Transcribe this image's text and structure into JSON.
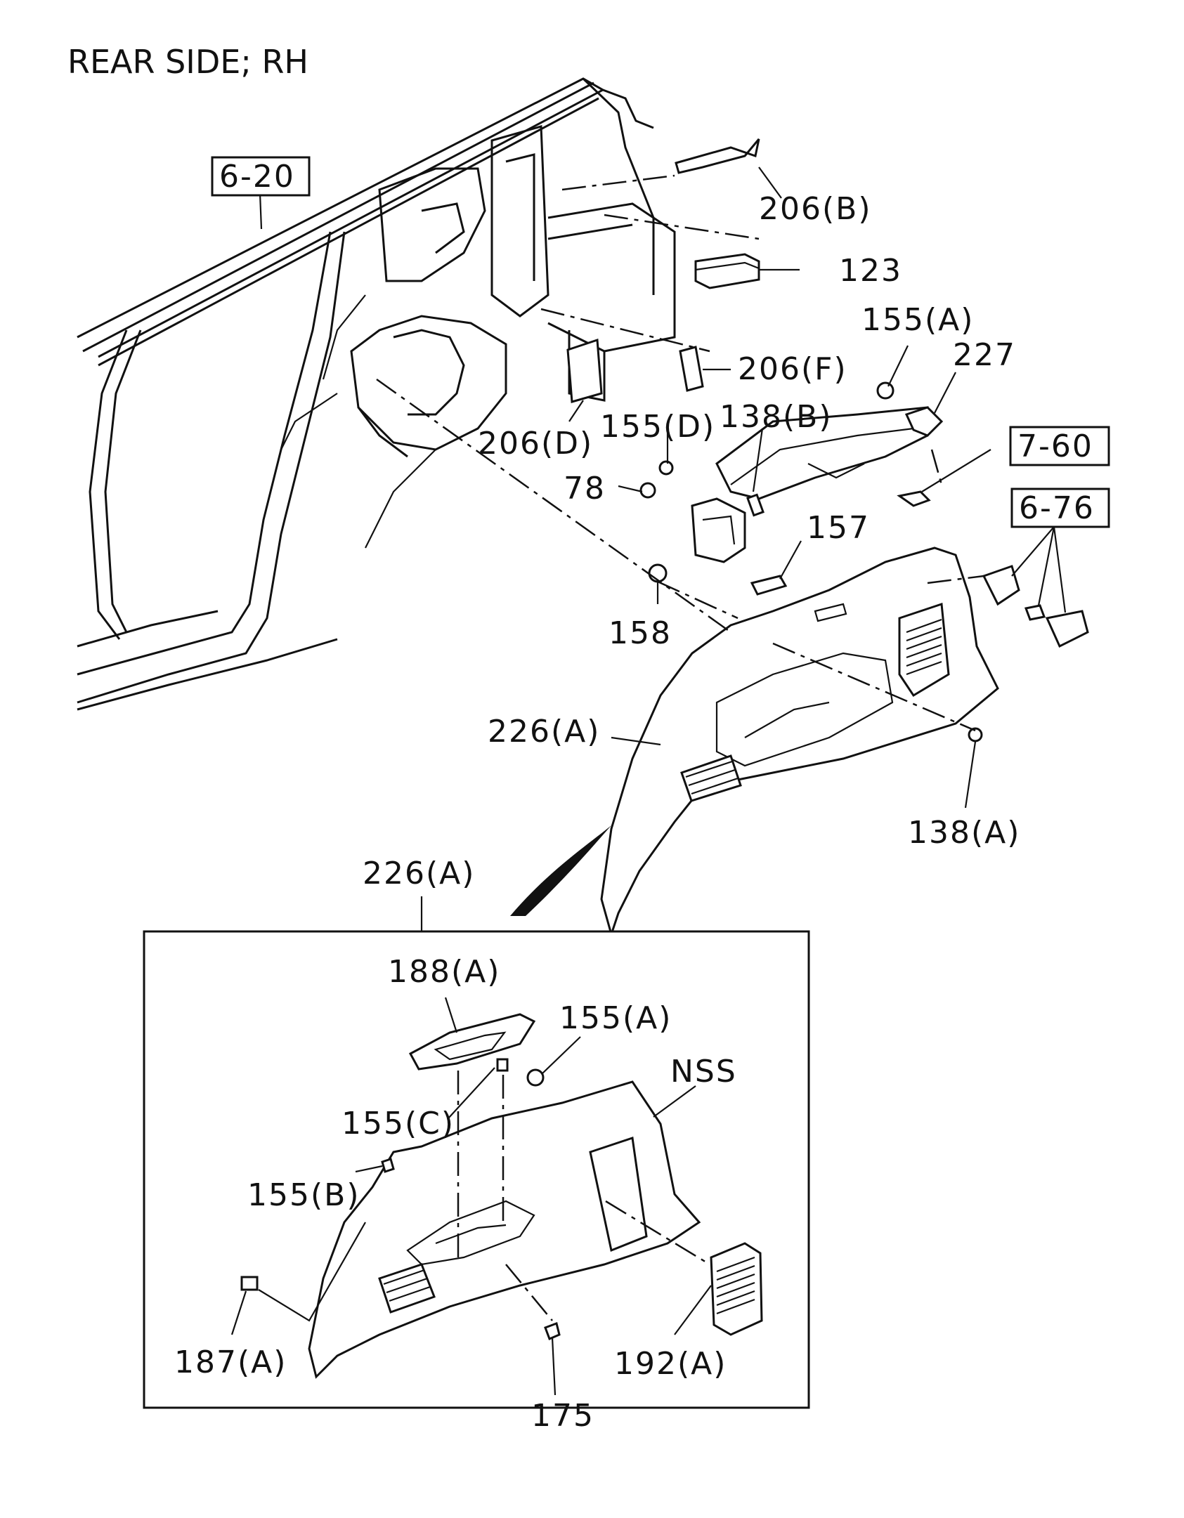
{
  "title": "REAR SIDE; RH",
  "references": [
    "6-20",
    "7-60",
    "6-76"
  ],
  "callouts": {
    "p206B": "206(B)",
    "p123": "123",
    "p155A_top": "155(A)",
    "p227": "227",
    "p206F": "206(F)",
    "p206D": "206(D)",
    "p155D": "155(D)",
    "p138B": "138(B)",
    "p78": "78",
    "p157": "157",
    "p158": "158",
    "p226A_main": "226(A)",
    "p138A": "138(A)",
    "p226A_detail": "226(A)"
  },
  "detail_callouts": {
    "p188A": "188(A)",
    "p155A": "155(A)",
    "pNSS": "NSS",
    "p155C": "155(C)",
    "p155B": "155(B)",
    "p187A": "187(A)",
    "p175": "175",
    "p192A": "192(A)"
  }
}
